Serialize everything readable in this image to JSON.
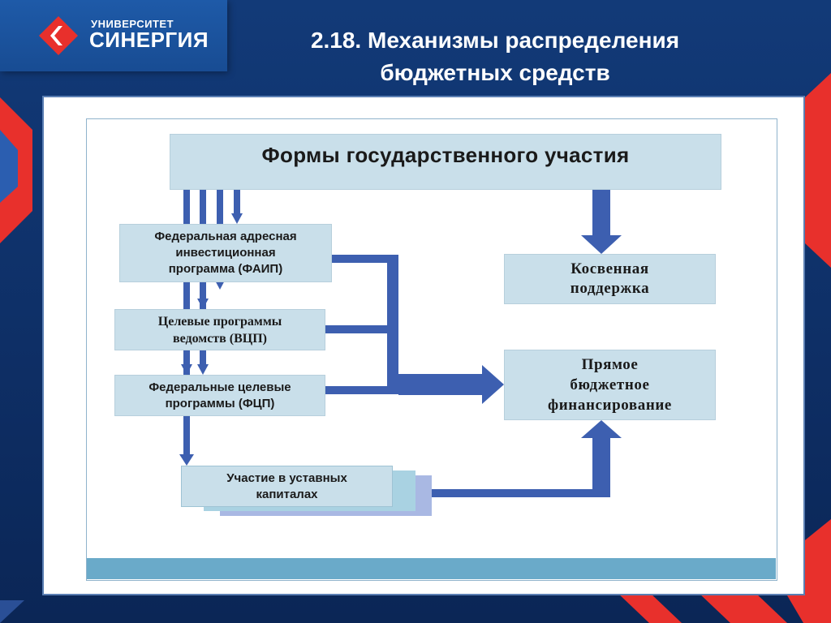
{
  "logo": {
    "line1": "УНИВЕРСИТЕТ",
    "line2": "СИНЕРГИЯ",
    "mark_icon": "synergy-chevron-logo",
    "brand_red": "#e8302c"
  },
  "title": {
    "line1": "2.18. Механизмы распределения",
    "line2": "бюджетных средств"
  },
  "diagram": {
    "root": "Формы государственного участия",
    "left_nodes": {
      "faip": [
        "Федеральная адресная",
        "инвестиционная",
        "программа (ФАИП)"
      ],
      "vcp": [
        "Целевые программы",
        "ведомств (ВЦП)"
      ],
      "fcp": [
        "Федеральные целевые",
        "программы (ФЦП)"
      ],
      "ustav": [
        "Участие в уставных",
        "капиталах"
      ]
    },
    "right_nodes": {
      "indirect": [
        "Косвенная",
        "поддержка"
      ],
      "direct": [
        "Прямое",
        "бюджетное",
        "финансирование"
      ]
    },
    "colors": {
      "box_fill": "#c9dfea",
      "arrow": "#3d5fb0",
      "accent_bar": "#6aaac9"
    }
  }
}
